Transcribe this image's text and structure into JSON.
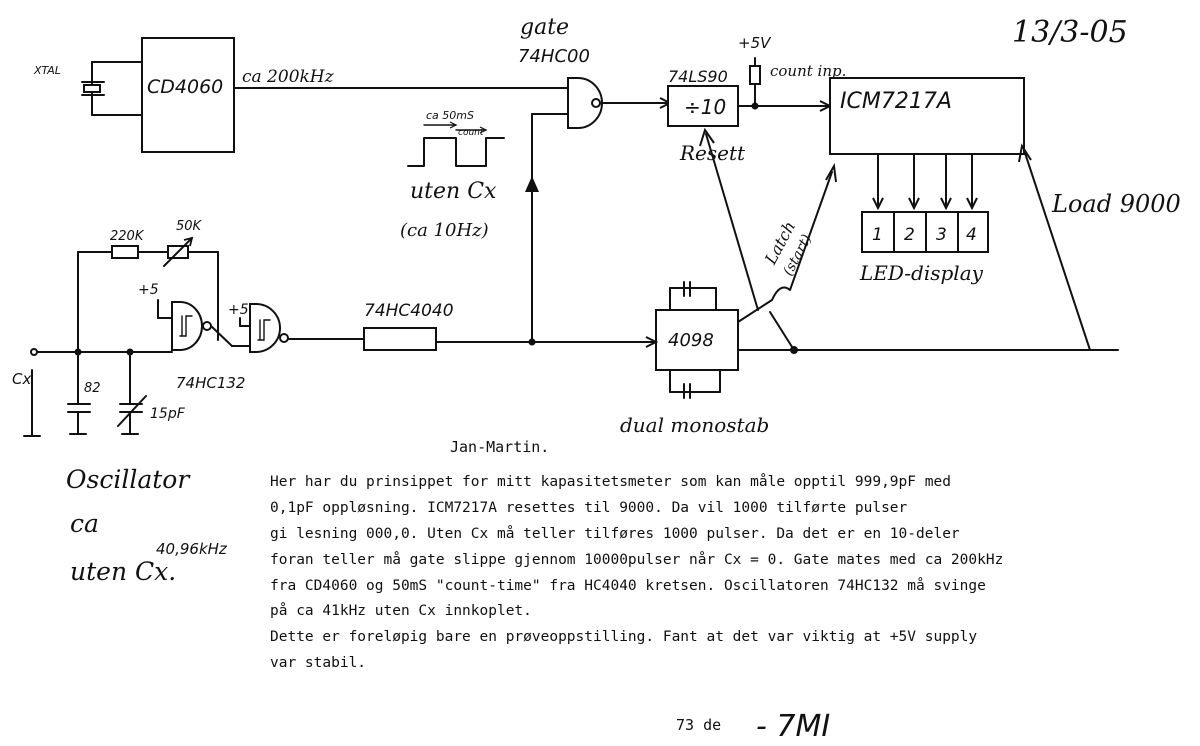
{
  "header": {
    "date": "13/3-05"
  },
  "schematic": {
    "crystal_label": "XTAL",
    "divider_chip": "CD4060",
    "freq_label": "ca 200kHz",
    "gate_title": "gate",
    "gate_chip": "74HC00",
    "waveform_period": "ca 50mS",
    "waveform_count": "count",
    "waveform_caption": "uten Cx",
    "waveform_freq": "(ca 10Hz)",
    "decade_chip": "74LS90",
    "decade_symbol": "÷10",
    "supply_top": "+5V",
    "count_input": "count inp.",
    "reset_label": "Resett",
    "counter_chip": "ICM7217A",
    "load_label": "Load 9000",
    "display_digits": [
      "1",
      "2",
      "3",
      "4"
    ],
    "display_label": "LED-display",
    "latch_label": "Latch",
    "latch_sub": "(start)",
    "res_label": "220K",
    "pot_label": "50K",
    "supply_a": "+5",
    "supply_b": "+5",
    "osc_chip": "74HC132",
    "cap_a": "82",
    "cap_b": "15pF",
    "input_label": "Cx",
    "ripple_chip": "74HC4040",
    "mono_chip": "4098",
    "mono_label": "dual monostab",
    "osc_title": "Oscillator",
    "osc_ca": "ca",
    "osc_freq": "40,96kHz",
    "osc_uten": "uten Cx."
  },
  "letter": {
    "greeting": "Jan-Martin.",
    "lines": [
      "Her har du prinsippet for mitt kapasitetsmeter som kan måle opptil 999,9pF med",
      "0,1pF oppløsning.     ICM7217A resettes til 9000. Da vil 1000 tilførte pulser",
      "gi lesning 000,0.     Uten Cx må teller tilføres 1000 pulser. Da det er en 10-deler",
      "foran teller må gate slippe gjennom 10000pulser når Cx = 0. Gate mates med ca 200kHz",
      "fra CD4060 og 50mS \"count-time\" fra HC4040 kretsen. Oscillatoren 74HC132 må svinge",
      "på ca 41kHz uten Cx innkoplet.",
      "Dette er foreløpig bare en prøveoppstilling. Fant at det var viktig at +5V supply",
      "var stabil."
    ]
  },
  "footer": {
    "page_ref": "73 de",
    "signature": "- 7MI"
  }
}
